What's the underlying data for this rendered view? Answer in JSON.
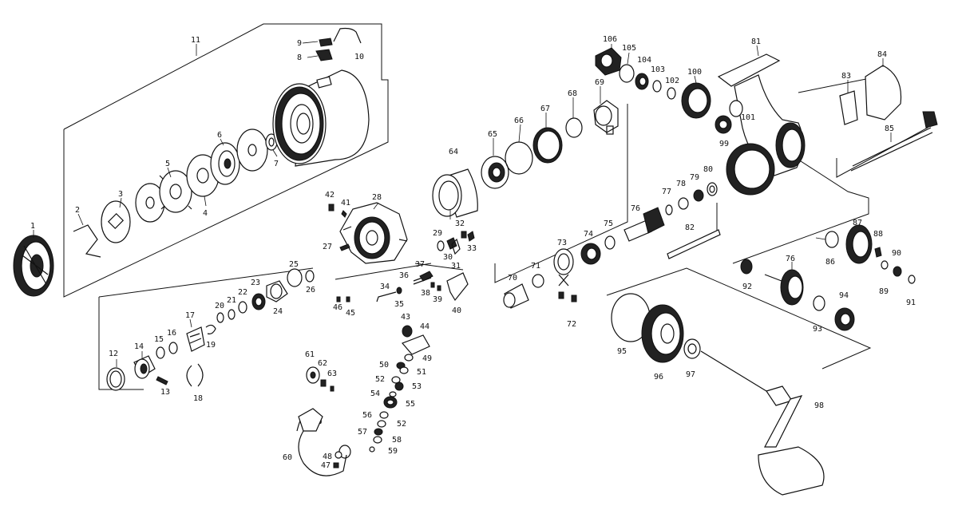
{
  "diagram": {
    "part_numbers": [
      "1",
      "2",
      "3",
      "4",
      "5",
      "6",
      "7",
      "8",
      "9",
      "10",
      "11",
      "12",
      "13",
      "14",
      "15",
      "16",
      "17",
      "18",
      "19",
      "20",
      "21",
      "22",
      "23",
      "24",
      "25",
      "26",
      "27",
      "28",
      "29",
      "30",
      "31",
      "32",
      "33",
      "34",
      "35",
      "36",
      "37",
      "38",
      "39",
      "40",
      "41",
      "42",
      "43",
      "44",
      "45",
      "46",
      "47",
      "48",
      "49",
      "50",
      "51",
      "52",
      "53",
      "54",
      "55",
      "56",
      "52",
      "57",
      "58",
      "59",
      "60",
      "61",
      "62",
      "63",
      "64",
      "65",
      "66",
      "67",
      "68",
      "69",
      "70",
      "71",
      "72",
      "73",
      "74",
      "75",
      "76",
      "77",
      "78",
      "79",
      "80",
      "81",
      "82",
      "83",
      "84",
      "85",
      "86",
      "87",
      "88",
      "89",
      "90",
      "91",
      "76",
      "92",
      "93",
      "94",
      "95",
      "96",
      "97",
      "98",
      "99",
      "100",
      "101",
      "102",
      "103",
      "104",
      "105",
      "106"
    ]
  }
}
